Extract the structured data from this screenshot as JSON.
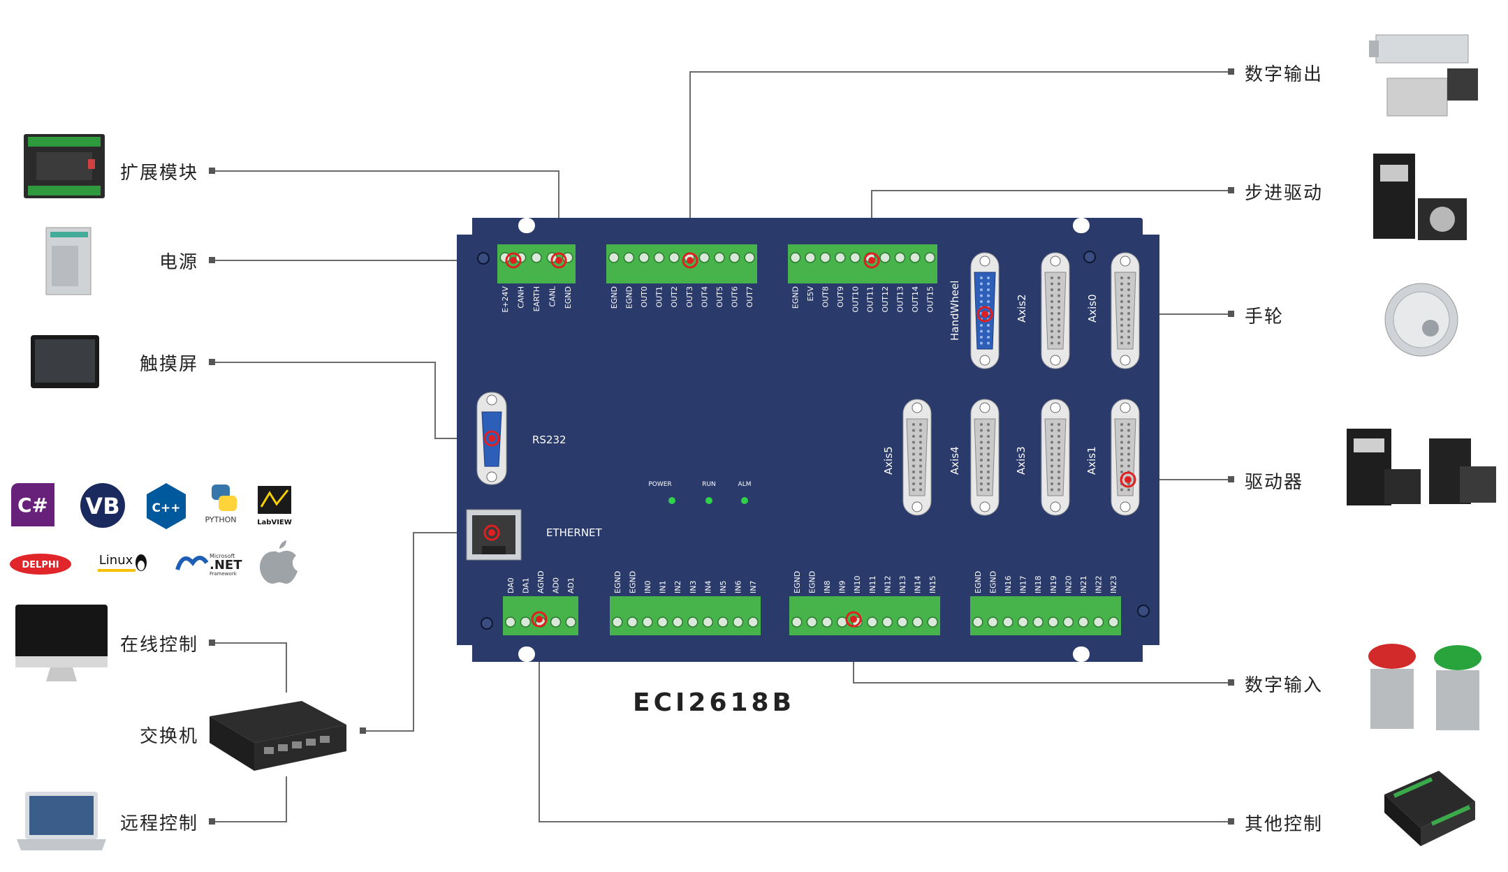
{
  "board": {
    "model": "ECI2618B",
    "color_body": "#293a6b",
    "color_edge": "#1f2d58",
    "connector_green": "#46b44a",
    "hotspot_red": "#e02020",
    "leds": [
      {
        "label": "POWER"
      },
      {
        "label": "RUN"
      },
      {
        "label": "ALM"
      }
    ],
    "port_labels": {
      "rs232": "RS232",
      "ethernet": "ETHERNET",
      "handwheel": "HandWheel",
      "axes": [
        "Axis2",
        "Axis0",
        "Axis5",
        "Axis4",
        "Axis3",
        "Axis1"
      ]
    },
    "terminals": {
      "power": [
        "E+24V",
        "CANH",
        "EARTH",
        "CANL",
        "EGND"
      ],
      "out_a": [
        "EGND",
        "EGND",
        "OUT0",
        "OUT1",
        "OUT2",
        "OUT3",
        "OUT4",
        "OUT5",
        "OUT6",
        "OUT7"
      ],
      "out_b": [
        "EGND",
        "E5V",
        "OUT8",
        "OUT9",
        "OUT10",
        "OUT11",
        "OUT12",
        "OUT13",
        "OUT14",
        "OUT15"
      ],
      "analog": [
        "DA0",
        "DA1",
        "AGND",
        "AD0",
        "AD1"
      ],
      "in_a": [
        "EGND",
        "EGND",
        "IN0",
        "IN1",
        "IN2",
        "IN3",
        "IN4",
        "IN5",
        "IN6",
        "IN7"
      ],
      "in_b": [
        "EGND",
        "EGND",
        "IN8",
        "IN9",
        "IN10",
        "IN11",
        "IN12",
        "IN13",
        "IN14",
        "IN15"
      ],
      "in_c": [
        "EGND",
        "EGND",
        "IN16",
        "IN17",
        "IN18",
        "IN19",
        "IN20",
        "IN21",
        "IN22",
        "IN23"
      ]
    }
  },
  "left_labels": {
    "expansion": "扩展模块",
    "power_supply": "电源",
    "touchscreen": "触摸屏",
    "online_control": "在线控制",
    "switch": "交换机",
    "remote_control": "远程控制"
  },
  "right_labels": {
    "digital_output": "数字输出",
    "stepper_drive": "步进驱动",
    "handwheel": "手轮",
    "driver": "驱动器",
    "digital_input": "数字输入",
    "other_control": "其他控制"
  },
  "software_logos": {
    "csharp": "C#",
    "vb": "VB",
    "cpp": "C++",
    "python": "PYTHON",
    "labview": "LabVIEW",
    "delphi": "DELPHI",
    "linux": "Linux",
    "dotnet": ".NET",
    "dotnet_sub": "Microsoft",
    "dotnet_sub2": "Framework"
  },
  "colors": {
    "line": "#666666",
    "csharp": "#68217a",
    "vb": "#1b2a5e",
    "cpp": "#00599c",
    "delphi": "#e0262a",
    "dotnet": "#1d5fb4"
  }
}
